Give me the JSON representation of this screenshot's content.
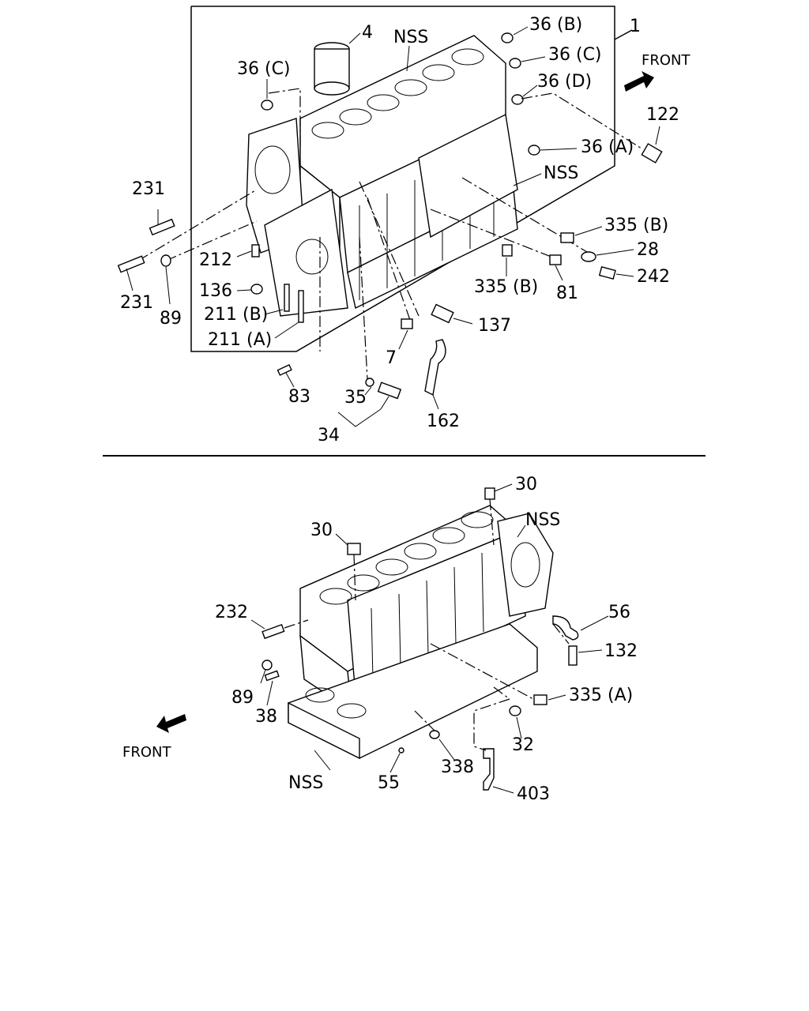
{
  "top": {
    "labels": {
      "l1": "1",
      "l4": "4",
      "nss1": "NSS",
      "nss2": "NSS",
      "b36b": "36 (B)",
      "b36c_r": "36 (C)",
      "b36c_l": "36 (C)",
      "b36d": "36 (D)",
      "b36a": "36 (A)",
      "front": "FRONT",
      "p122": "122",
      "p231a": "231",
      "p231b": "231",
      "p212": "212",
      "p136": "136",
      "p89": "89",
      "p211b": "211 (B)",
      "p211a": "211 (A)",
      "p335b_r": "335 (B)",
      "p335b_m": "335 (B)",
      "p28": "28",
      "p242": "242",
      "p81": "81",
      "p137": "137",
      "p7": "7",
      "p83": "83",
      "p35": "35",
      "p34": "34",
      "p162": "162"
    }
  },
  "bottom": {
    "labels": {
      "p30a": "30",
      "p30b": "30",
      "nss_r": "NSS",
      "p232": "232",
      "p56": "56",
      "p132": "132",
      "p89": "89",
      "p38": "38",
      "p335a": "335 (A)",
      "front": "FRONT",
      "p32": "32",
      "p338": "338",
      "nss_b": "NSS",
      "p55": "55",
      "p403": "403"
    }
  }
}
